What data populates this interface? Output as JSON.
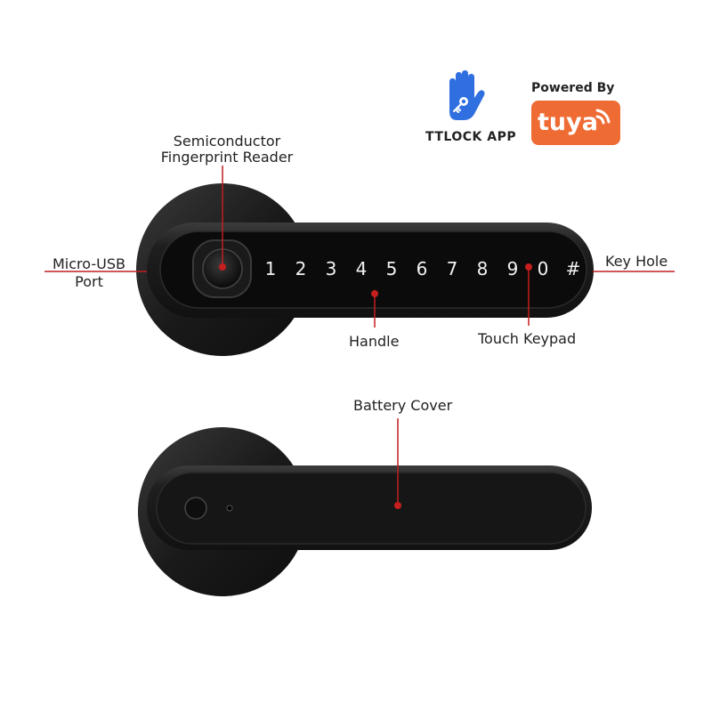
{
  "brands": {
    "ttlock_label": "TTLOCK APP",
    "powered_by": "Powered By",
    "tuya_logo_text": "tuya",
    "tuya_color": "#ef6b34",
    "ttlock_color": "#2f6fe0"
  },
  "colors": {
    "callout": "#c41e1e",
    "lock_body": "#1e1e1e",
    "keypad_digits": "#f2f2f2"
  },
  "callouts": {
    "fingerprint_line1": "Semiconductor",
    "fingerprint_line2": "Fingerprint Reader",
    "micro_usb_line1": "Micro-USB",
    "micro_usb_line2": "Port",
    "key_hole": "Key Hole",
    "handle": "Handle",
    "touch_keypad": "Touch Keypad",
    "battery_cover": "Battery Cover"
  },
  "keypad": [
    "1",
    "2",
    "3",
    "4",
    "5",
    "6",
    "7",
    "8",
    "9",
    "0",
    "#"
  ]
}
